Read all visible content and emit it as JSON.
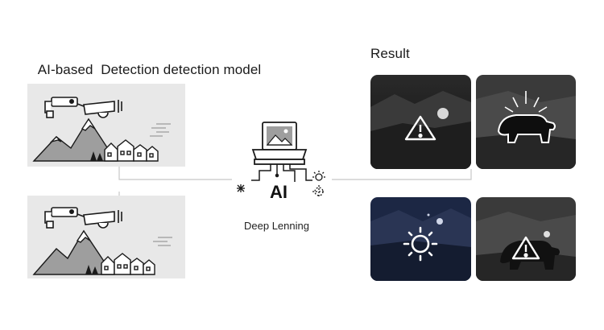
{
  "left_title_part1": "AI-based",
  "left_title_part2": "Detection detection model",
  "right_title": "Result",
  "processor": {
    "badge": "AI",
    "caption": "Deep Lenning",
    "icon": "image-processor-icon"
  },
  "inputs": [
    {
      "name": "camera-scene-top",
      "icons": [
        "security-camera-icon",
        "mountains-icon",
        "houses-icon",
        "trees-icon"
      ]
    },
    {
      "name": "camera-scene-bottom",
      "icons": [
        "security-camera-icon",
        "mountains-icon",
        "houses-icon",
        "trees-icon"
      ]
    }
  ],
  "results": [
    {
      "name": "result-warning-night",
      "icon": "warning-triangle-icon"
    },
    {
      "name": "result-bear-detected",
      "icon": "bear-icon"
    },
    {
      "name": "result-sun-blue",
      "icon": "sun-icon"
    },
    {
      "name": "result-bear-warning",
      "icon": "warning-triangle-icon"
    }
  ],
  "colors": {
    "scene_bg": "#e8e8e8",
    "tile_dark": "#2b2b2b",
    "tile_blue": "#1e2a4a",
    "line": "#c8c8c8"
  }
}
